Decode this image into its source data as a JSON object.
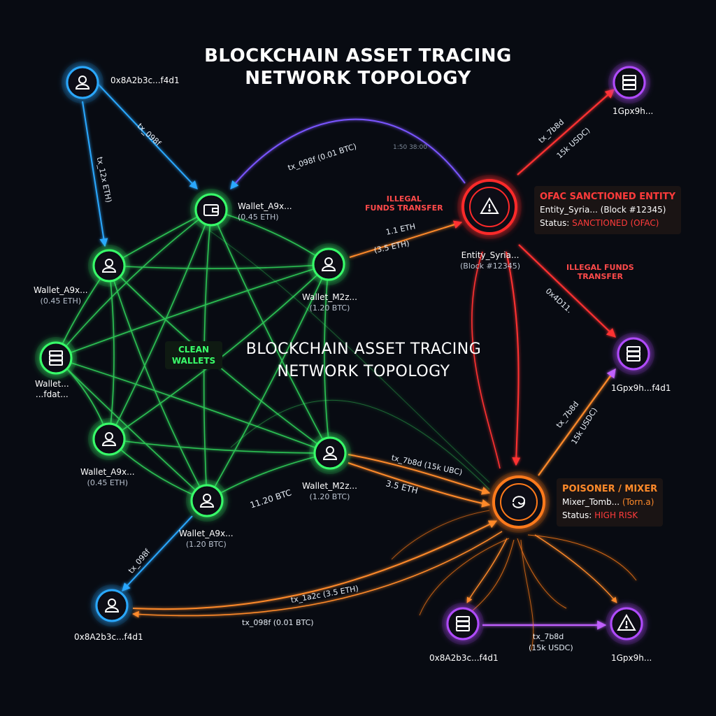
{
  "title": {
    "line1": "BLOCKCHAIN ASSET TRACING",
    "line2": "NETWORK TOPOLOGY"
  },
  "center_title": {
    "line1": "BLOCKCHAIN ASSET TRACING",
    "line2": "NETWORK TOPOLOGY"
  },
  "colors": {
    "clean": "#39ff6a",
    "user": "#2aa8ff",
    "sanctioned": "#ff2a2a",
    "mixer": "#ff7a1a",
    "purple": "#b14cff",
    "background": "#080b12"
  },
  "clean_badge": {
    "line1": "CLEAN",
    "line2": "WALLETS"
  },
  "nodes": {
    "user_top": {
      "label": "0x8A2b3c...f4d1",
      "icon": "user-icon"
    },
    "user_bottom": {
      "label": "0x8A2b3c...f4d1",
      "icon": "user-icon"
    },
    "wallet_top": {
      "label": "Wallet_A9x...",
      "amount": "(0.45 ETH)",
      "icon": "wallet-icon"
    },
    "wallet_left1": {
      "label": "Wallet_A9x...",
      "amount": "(0.45 ETH)",
      "icon": "user-icon"
    },
    "wallet_left_server": {
      "label": "Wallet...",
      "amount": "...fdat...",
      "icon": "server-icon"
    },
    "wallet_left2": {
      "label": "Wallet_A9x...",
      "amount": "(0.45 ETH)",
      "icon": "user-icon"
    },
    "wallet_bottom": {
      "label": "Wallet_A9x...",
      "amount": "(1.20 BTC)",
      "icon": "user-icon"
    },
    "wallet_m2z_top": {
      "label": "Wallet_M2z...",
      "amount": "(1.20 BTC)",
      "icon": "user-icon"
    },
    "wallet_m2z_bottom": {
      "label": "Wallet_M2z...",
      "amount": "(1.20 BTC)",
      "icon": "user-icon"
    },
    "entity": {
      "label": "Entity_Syria...",
      "amount": "(Block #12345)",
      "icon": "warning-icon"
    },
    "mixer": {
      "icon": "vortex-icon"
    },
    "purple_top": {
      "label": "1Gpx9h...",
      "icon": "server-icon"
    },
    "purple_mid": {
      "label": "1Gpx9h...f4d1",
      "icon": "server-icon"
    },
    "purple_bottom_left": {
      "label": "0x8A2b3c...f4d1",
      "icon": "server-icon"
    },
    "purple_bottom_right": {
      "label": "1Gpx9h...",
      "icon": "warning-icon"
    }
  },
  "ofac": {
    "heading": "OFAC SANCTIONED ENTITY",
    "entity": "Entity_Syria... (Block #12345)",
    "status_label": "Status:",
    "status_value": "SANCTIONED (OFAC)"
  },
  "mixer_box": {
    "heading": "POISONER / MIXER",
    "entity_main": "Mixer_Tomb...",
    "entity_paren": "(Torn.a)",
    "status_label": "Status:",
    "status_value": "HIGH RISK"
  },
  "warnings": {
    "w1_line1": "ILLEGAL",
    "w1_line2": "FUNDS TRANSFER",
    "w2_line1": "ILLEGAL FUNDS",
    "w2_line2": "TRANSFER"
  },
  "edges": {
    "e_tx098f_top": "tx_098f",
    "e_tx12x": "tx_12x ETH)",
    "e_tx098f_arc": "tx_098f (0.01 BTC)",
    "e_time": "1:50 38:00",
    "e_11eth": "1.1 ETH",
    "e_35eth_top": "(3.5 ETH)",
    "e_tx7b8d_top": "tx_7b8d",
    "e_15k_top": "15k USDC)",
    "e_0x4d": "0x4D11.",
    "e_tx7b8d_mid": "tx_7b8d",
    "e_15k_mid": "15k USDC)",
    "e_tx7b8d_ubc": "tx_7b8d (15k UBC)",
    "e_35eth_mid": "3.5 ETH",
    "e_1120btc": "11.20 BTC",
    "e_tx098f_bl": "tx_098f",
    "e_tx1a2c": "tx_1a2c (3.5 ETH)",
    "e_tx098f_bottom": "tx_098f (0.01 BTC)",
    "e_tx7b8d_bottom": "tx_7b8d",
    "e_15k_bottom": "(15k USDC)"
  }
}
